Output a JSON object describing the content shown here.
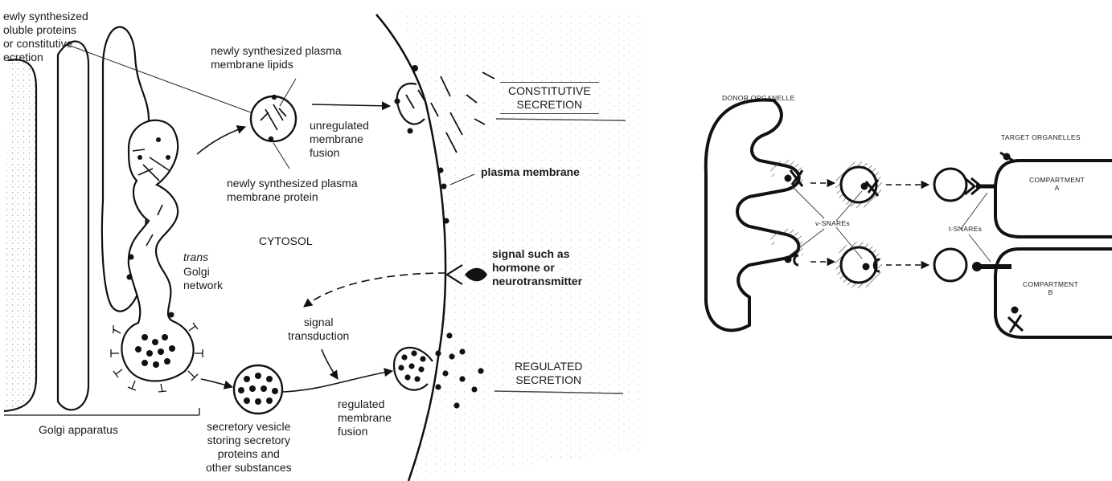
{
  "secretion": {
    "constitutive_proteins": "ewly synthesized\noluble proteins\nor constitutive\necretion",
    "lipids": "newly synthesized plasma\nmembrane lipids",
    "membrane_protein": "newly synthesized plasma\nmembrane protein",
    "unregulated_fusion": "unregulated\nmembrane\nfusion",
    "constitutive_title": "CONSTITUTIVE\nSECRETION",
    "plasma_membrane": "plasma membrane",
    "cytosol": "CYTOSOL",
    "trans_word": "trans",
    "golgi_network": "Golgi\nnetwork",
    "signal": "signal such as\nhormone or\nneurotransmitter",
    "signal_transduction": "signal\ntransduction",
    "regulated_title": "REGULATED\nSECRETION",
    "regulated_fusion": "regulated\nmembrane\nfusion",
    "secretory_vesicle": "secretory vesicle\nstoring secretory\nproteins and\nother substances",
    "golgi_apparatus": "Golgi apparatus"
  },
  "snare": {
    "donor": "DONOR ORGANELLE",
    "target": "TARGET ORGANELLES",
    "v_snares": "v-SNAREs",
    "t_snares": "t-SNAREs",
    "compartment_a": "COMPARTMENT\nA",
    "compartment_b": "COMPARTMENT\nB"
  }
}
